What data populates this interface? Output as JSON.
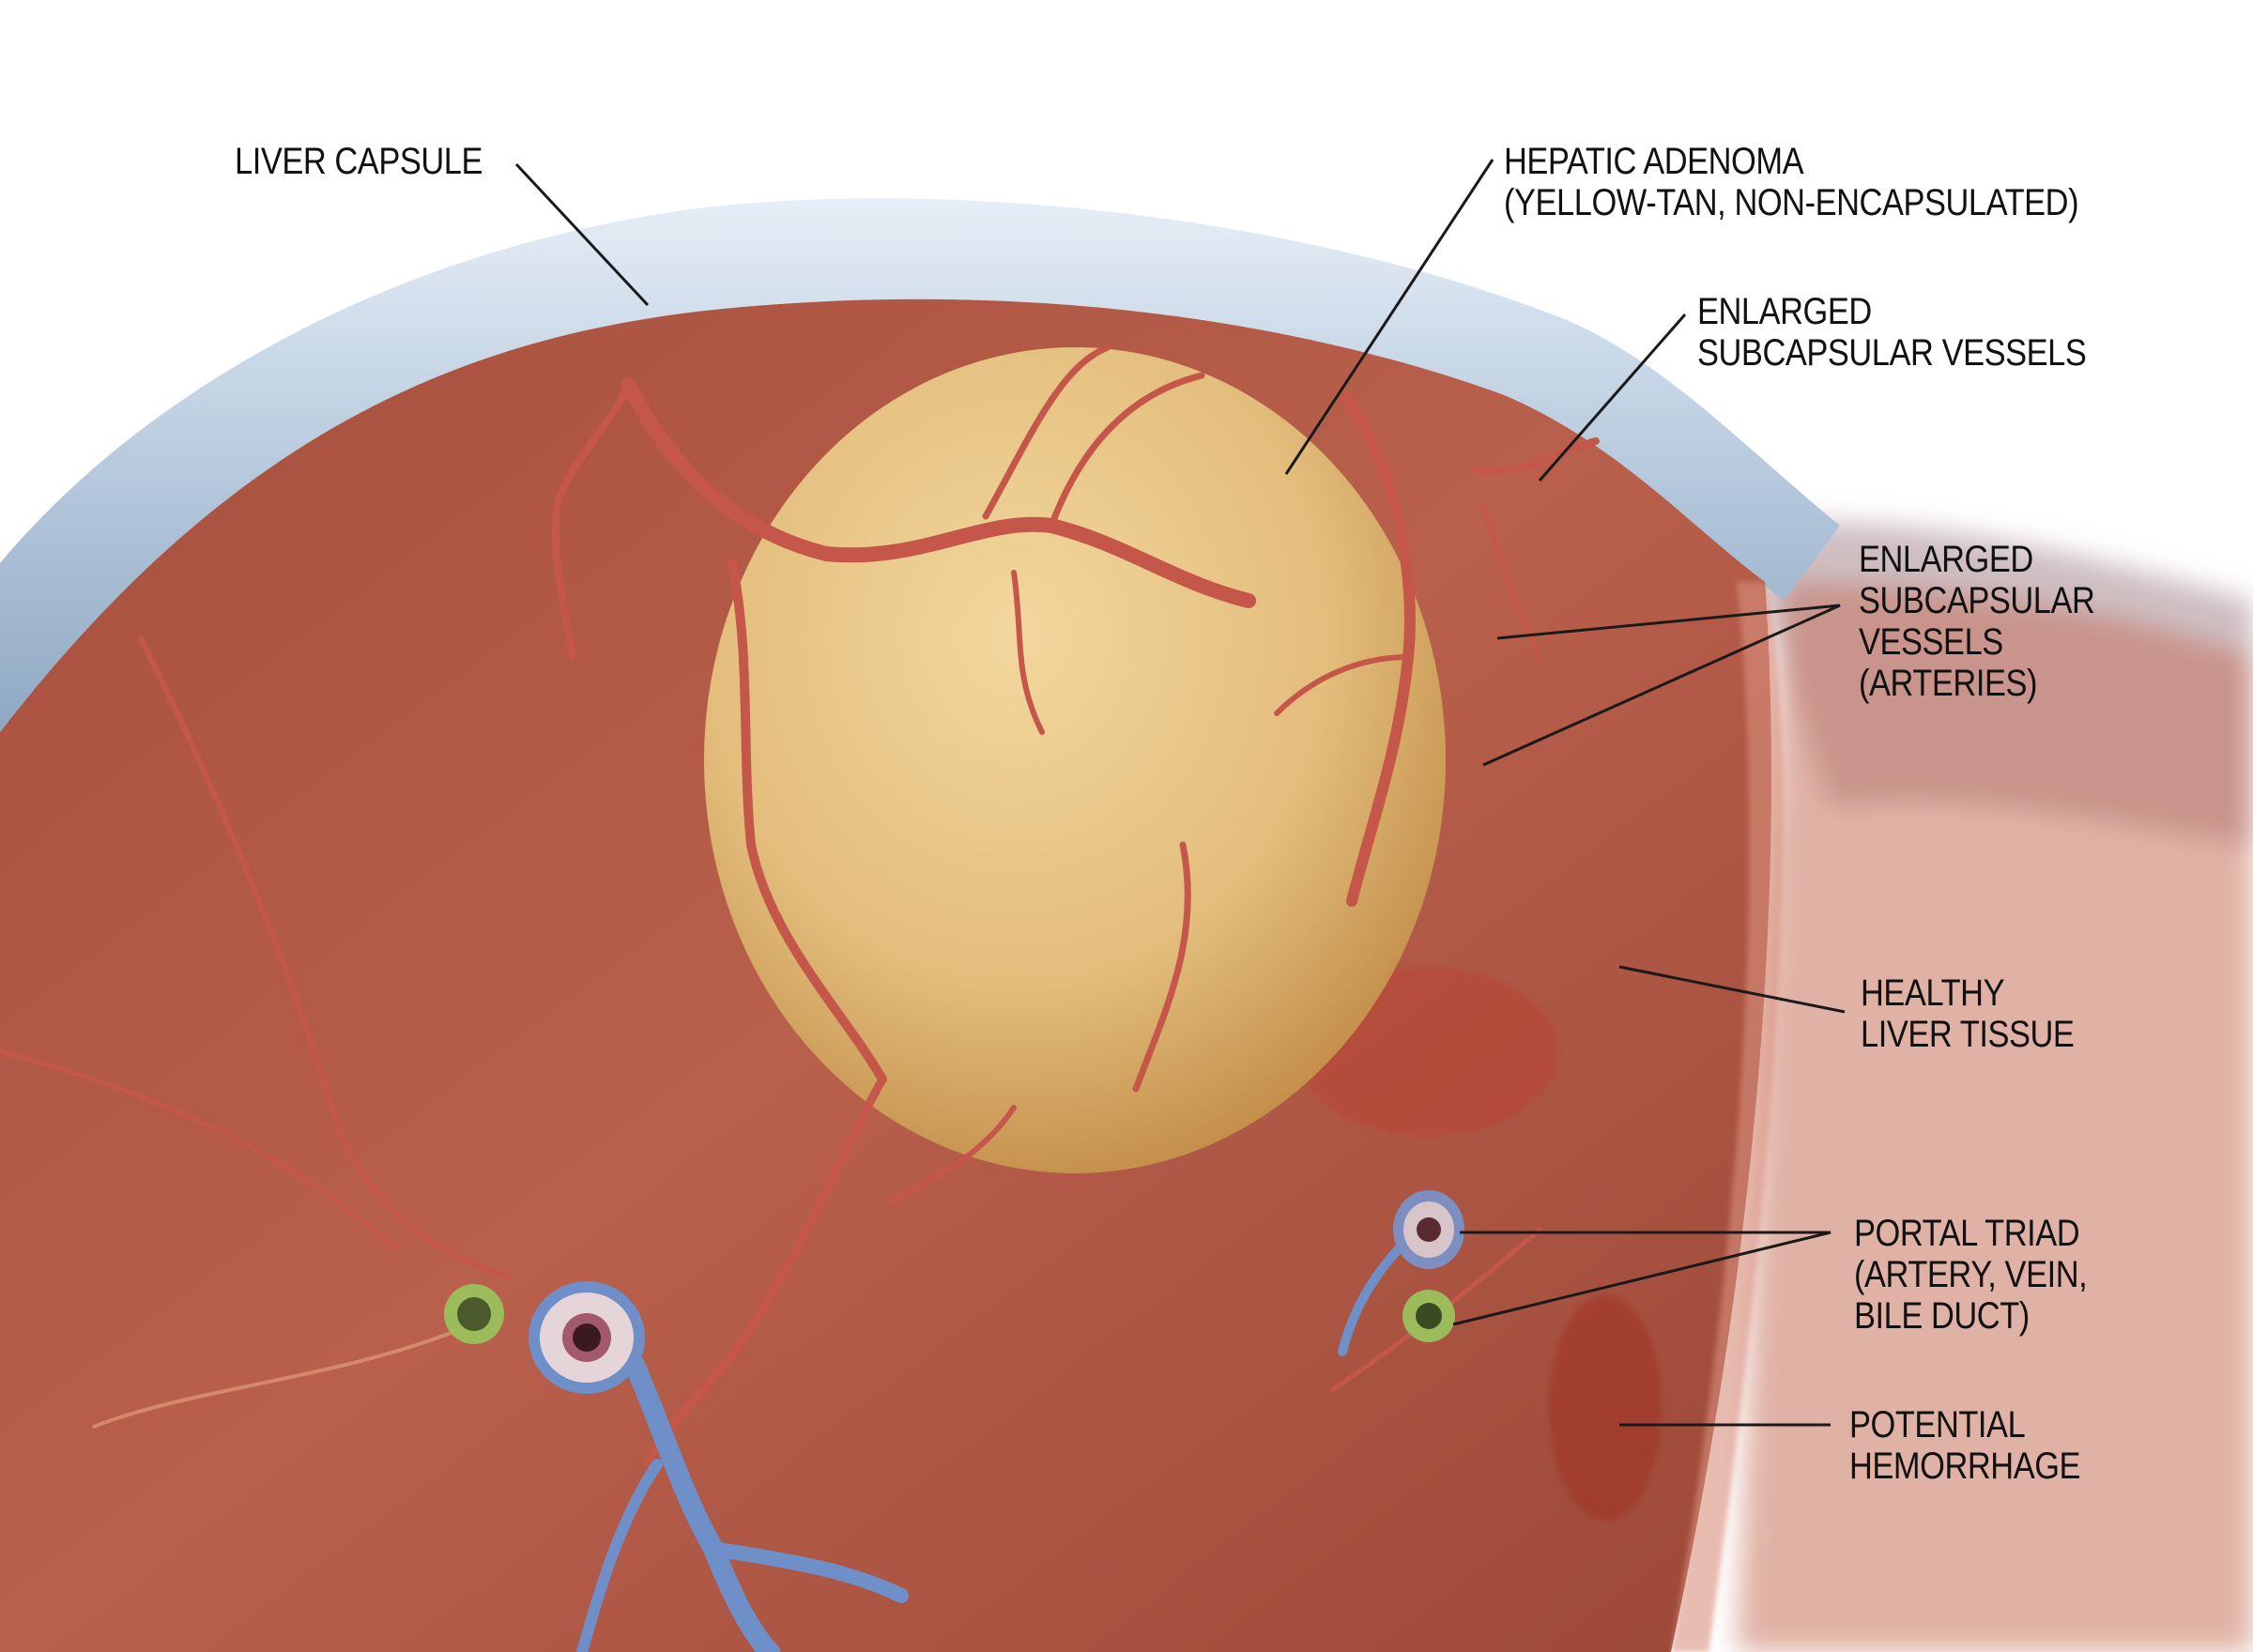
{
  "figure": {
    "subject": "Hepatic adenoma in liver cross-section",
    "colors": {
      "background": "#ffffff",
      "capsule": "#a9bfd4",
      "capsule_highlight": "#dde8f2",
      "liver_tissue": "#b35a48",
      "liver_tissue_dark": "#8e3f32",
      "adenoma": "#e3bd7c",
      "adenoma_shadow": "#c9984f",
      "vessel_artery": "#c4574a",
      "vessel_vein": "#6f8fc9",
      "bile_duct": "#9cbb5a",
      "label_text": "#111111",
      "leader_line": "#1a1a1a"
    }
  },
  "labels": {
    "liver_capsule": {
      "lines": [
        "LIVER CAPSULE"
      ]
    },
    "hepatic_adenoma": {
      "lines": [
        "HEPATIC ADENOMA",
        "(YELLOW-TAN, NON-ENCAPSULATED)"
      ]
    },
    "enlarged_vessels": {
      "lines": [
        "ENLARGED",
        "SUBCAPSULAR VESSELS"
      ]
    },
    "enlarged_vessels_arteries": {
      "lines": [
        "ENLARGED",
        "SUBCAPSULAR",
        "VESSELS",
        "(ARTERIES)"
      ]
    },
    "healthy_tissue": {
      "lines": [
        "HEALTHY",
        "LIVER TISSUE"
      ]
    },
    "portal_triad": {
      "lines": [
        "PORTAL TRIAD",
        "(ARTERY, VEIN,",
        "BILE DUCT)"
      ]
    },
    "hemorrhage": {
      "lines": [
        "POTENTIAL",
        "HEMORRHAGE"
      ]
    }
  }
}
